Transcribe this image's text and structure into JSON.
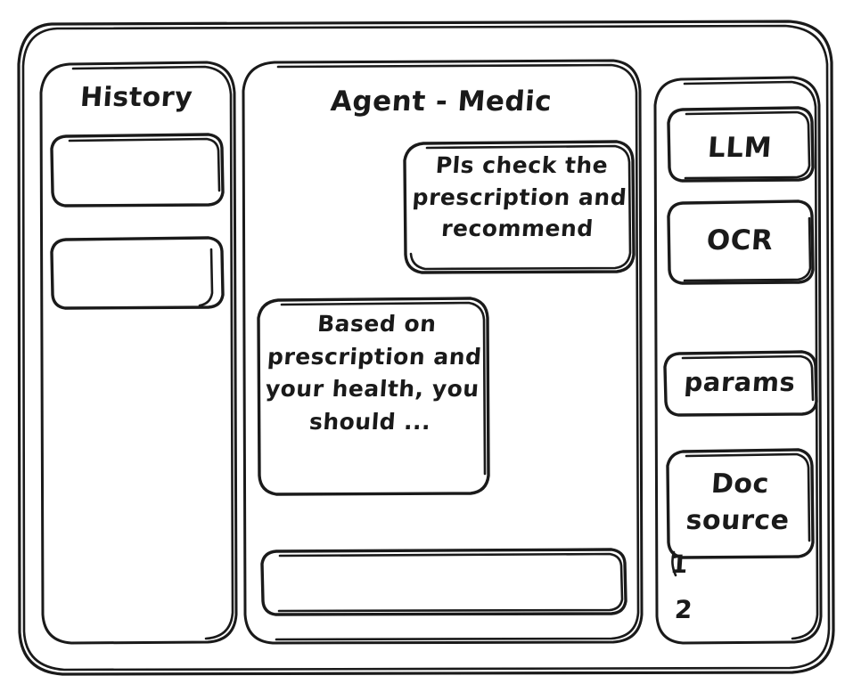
{
  "window": {
    "style": "hand-drawn-wireframe",
    "ink_color": "#1a1a1a",
    "background_color": "#ffffff"
  },
  "sidebar_left": {
    "title": "History",
    "items": [
      {
        "label": "",
        "name": "history-item-1"
      },
      {
        "label": "",
        "name": "history-item-2"
      }
    ]
  },
  "main": {
    "title": "Agent - Medic",
    "messages": [
      {
        "role": "user",
        "text": "Pls check the prescription and recommend"
      },
      {
        "role": "assistant",
        "text": "Based on prescription and your health, you should ..."
      }
    ],
    "composer": {
      "value": "",
      "placeholder": ""
    }
  },
  "sidebar_right": {
    "tools": [
      {
        "label": "LLM"
      },
      {
        "label": "OCR"
      }
    ],
    "params": {
      "label": "params"
    },
    "doc_source": {
      "label": "Doc\nsource",
      "items": [
        "1",
        "2"
      ]
    }
  }
}
